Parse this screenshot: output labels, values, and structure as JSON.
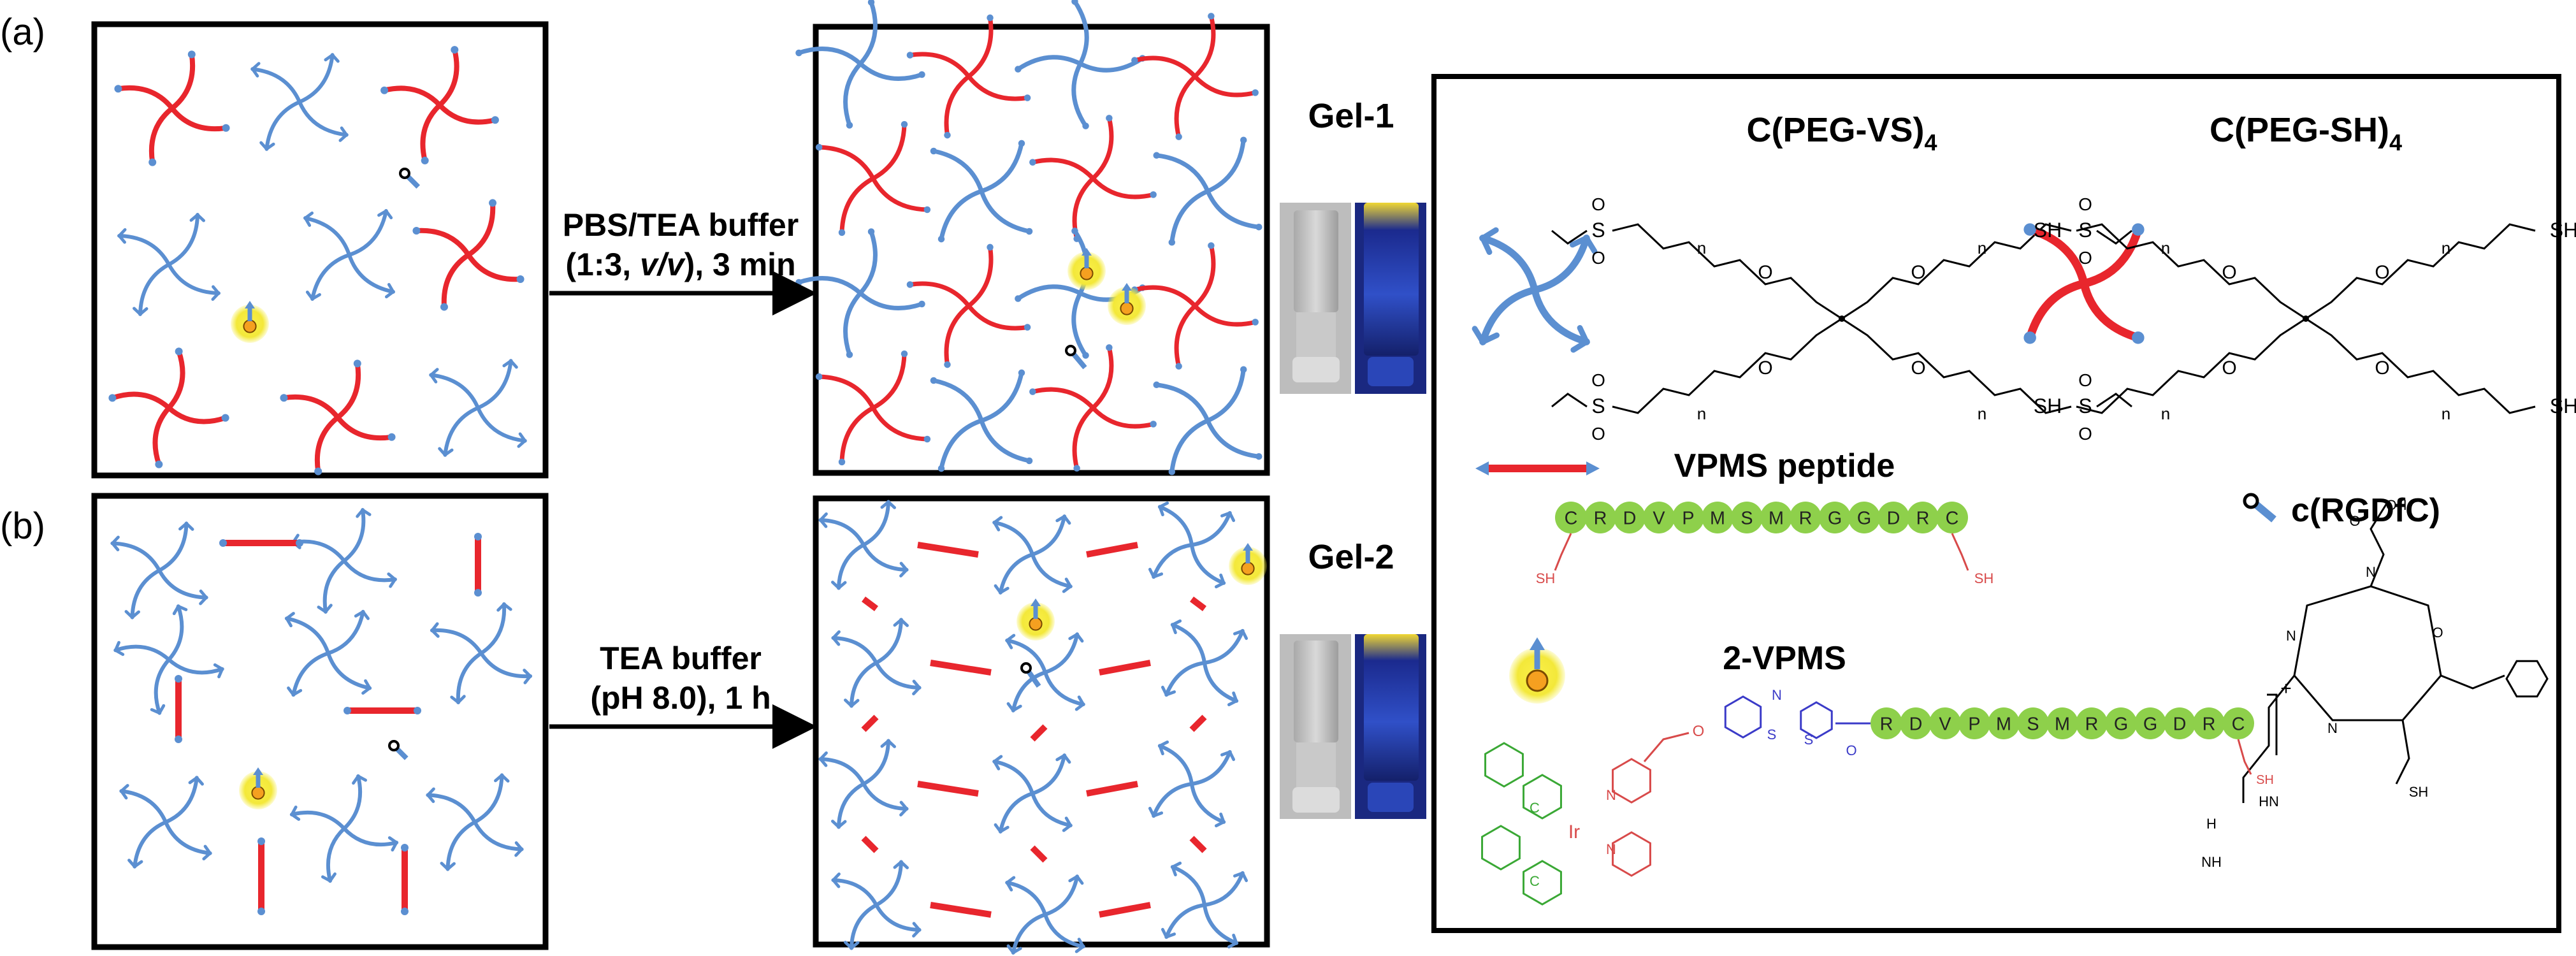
{
  "panels": {
    "a_label": "(a)",
    "b_label": "(b)"
  },
  "arrows": {
    "a_line1": "PBS/TEA buffer",
    "a_line2_pre": "(1:3, ",
    "a_line2_em": "v/v",
    "a_line2_post": "), 3 min",
    "b_line1": "TEA buffer",
    "b_line2": "(pH 8.0), 1 h"
  },
  "gels": {
    "gel1": "Gel-1",
    "gel2": "Gel-2"
  },
  "legend": {
    "vs_name": "C(PEG-VS)",
    "vs_sub": "4",
    "sh_name": "C(PEG-SH)",
    "sh_sub": "4",
    "sh_group": "SH",
    "n": "n",
    "o": "O",
    "s": "S",
    "vpms_title": "VPMS peptide",
    "vpms_sequence": [
      "C",
      "R",
      "D",
      "V",
      "P",
      "M",
      "S",
      "M",
      "R",
      "G",
      "G",
      "D",
      "R",
      "C"
    ],
    "rgd_title": "c(RGDfC)",
    "probe_title": "2-VPMS",
    "probe_sequence": [
      "R",
      "D",
      "V",
      "P",
      "M",
      "S",
      "M",
      "R",
      "G",
      "G",
      "D",
      "R",
      "C"
    ],
    "probe_charge": "+",
    "ir": "Ir",
    "c": "C",
    "nn": "N",
    "h": "H",
    "hn": "HN",
    "nh": "NH",
    "nh2": "NH",
    "h2n": "H",
    "oh": "OH",
    "sh_small": "SH"
  },
  "colors": {
    "red": "#e8262d",
    "blue": "#5b8fd1",
    "green_bead": "#8ed04b",
    "yellow_glow": "#f5ec3a",
    "probe_green": "#3aa835",
    "probe_red": "#d84a4a",
    "probe_blue": "#3b3bc8"
  }
}
